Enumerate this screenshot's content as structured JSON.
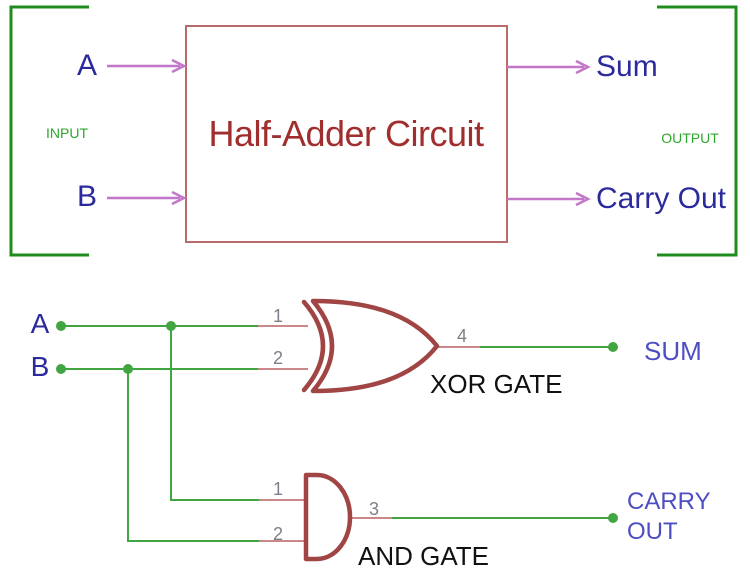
{
  "diagram": {
    "block": {
      "title": "Half-Adder Circuit",
      "input_group_label": "INPUT",
      "output_group_label": "OUTPUT",
      "input_a": "A",
      "input_b": "B",
      "output_sum": "Sum",
      "output_carry": "Carry Out"
    },
    "logic": {
      "input_a": "A",
      "input_b": "B",
      "xor": {
        "label": "XOR GATE",
        "pin_in_1": "1",
        "pin_in_2": "2",
        "pin_out": "4",
        "output_label": "SUM"
      },
      "and": {
        "label": "AND GATE",
        "pin_in_1": "1",
        "pin_in_2": "2",
        "pin_out": "3",
        "output_label_line1": "CARRY",
        "output_label_line2": "OUT"
      }
    }
  },
  "colors": {
    "bracket_green": "#1E8C1E",
    "group_label_green": "#2BA82B",
    "wire_green": "#41A541",
    "wire_red": "#BA6060",
    "gate_red": "#A14444",
    "box_border_red": "#BA6C6C",
    "title_red": "#A02E2E",
    "input_label_navy": "#2A2A9C",
    "output_label_blue": "#4D4DC4",
    "arrow_purple": "#C377C9",
    "pin_label_gray": "#7E7E8A"
  }
}
